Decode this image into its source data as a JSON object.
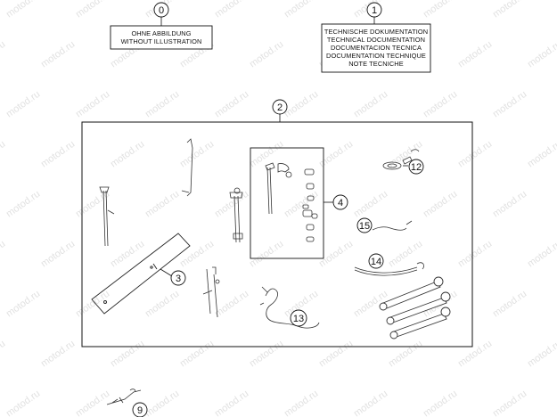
{
  "callouts": {
    "c0": "0",
    "c1": "1",
    "c2": "2",
    "c3": "3",
    "c4": "4",
    "c9": "9",
    "c12": "12",
    "c13": "13",
    "c14": "14",
    "c15": "15"
  },
  "no_illustration_box": {
    "line1": "OHNE ABBILDUNG",
    "line2": "WITHOUT ILLUSTRATION"
  },
  "documentation_box": {
    "line1": "TECHNISCHE DOKUMENTATION",
    "line2": "TECHNICAL DOCUMENTATION",
    "line3": "DOCUMENTACION TECNICA",
    "line4": "DOCUMENTATION TECHNIQUE",
    "line5": "NOTE TECNICHE"
  },
  "watermark": "motod.ru"
}
